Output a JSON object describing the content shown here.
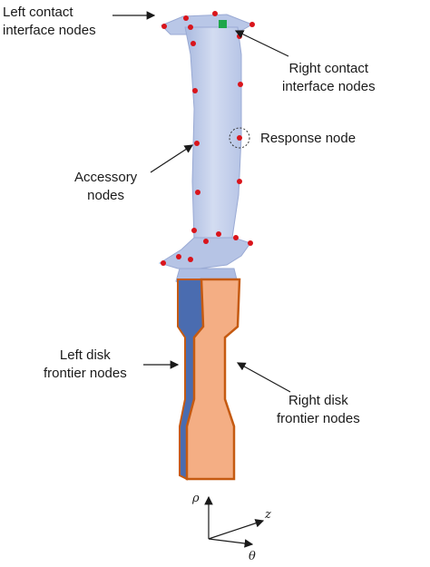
{
  "labels": {
    "left_contact": [
      "Left contact",
      "interface nodes"
    ],
    "right_contact": [
      "Right contact",
      "interface nodes"
    ],
    "response": "Response node",
    "accessory": [
      "Accessory",
      "nodes"
    ],
    "left_disk": [
      "Left disk",
      "frontier nodes"
    ],
    "right_disk": [
      "Right disk",
      "frontier nodes"
    ]
  },
  "axes": {
    "rho": "ρ",
    "z": "z",
    "theta": "θ"
  },
  "colors": {
    "blade": "#c8d3ec",
    "blade_shadow": "#9fb0d8",
    "node": "#d9141b",
    "contact_node": "#1fa64a",
    "disk_front": "#f4ae84",
    "disk_side": "#4a6cb0",
    "disk_outline": "#c55a11"
  }
}
